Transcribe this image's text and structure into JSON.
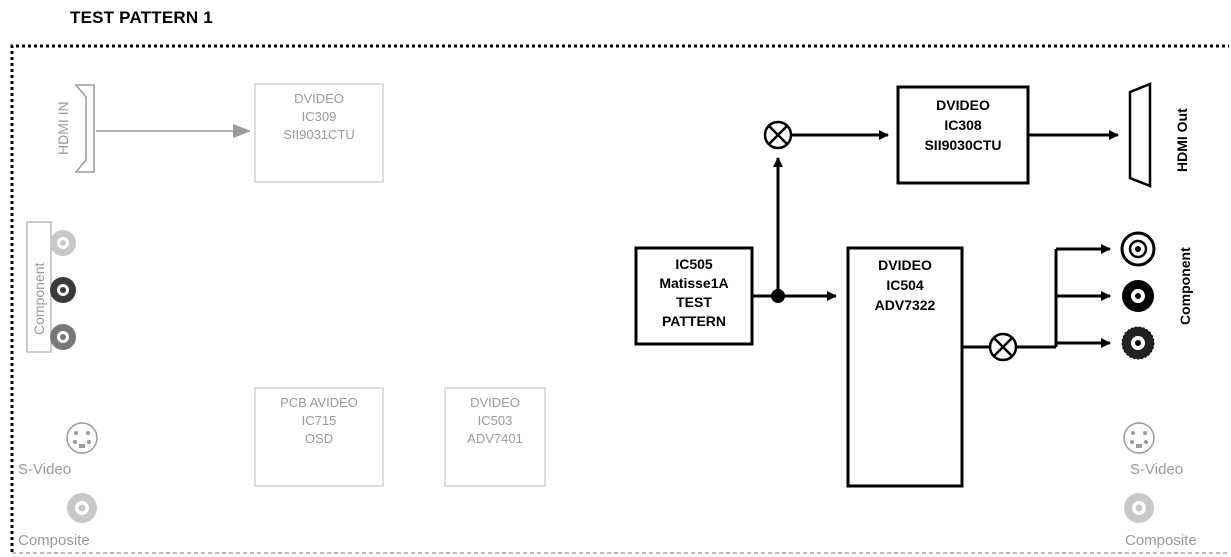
{
  "title": "TEST PATTERN 1",
  "inputs": {
    "hdmi_in": "HDMI IN",
    "component": "Component",
    "svideo": "S-Video",
    "composite": "Composite"
  },
  "outputs": {
    "hdmi_out": "HDMI Out",
    "component": "Component",
    "svideo": "S-Video",
    "composite": "Composite"
  },
  "blocks": {
    "ic309": {
      "line1": "DVIDEO",
      "line2": "IC309",
      "line3": "SII9031CTU"
    },
    "ic715": {
      "line1": "PCB AVIDEO",
      "line2": "IC715",
      "line3": "OSD"
    },
    "ic503": {
      "line1": "DVIDEO",
      "line2": "IC503",
      "line3": "ADV7401"
    },
    "ic505": {
      "line1": "IC505",
      "line2": "Matisse1A",
      "line3": "TEST",
      "line4": "PATTERN"
    },
    "ic308": {
      "line1": "DVIDEO",
      "line2": "IC308",
      "line3": "SII9030CTU"
    },
    "ic504": {
      "line1": "DVIDEO",
      "line2": "IC504",
      "line3": "ADV7322"
    }
  },
  "colors": {
    "active": "#000000",
    "inactive": "#9a9a9a",
    "border": "#000000"
  }
}
